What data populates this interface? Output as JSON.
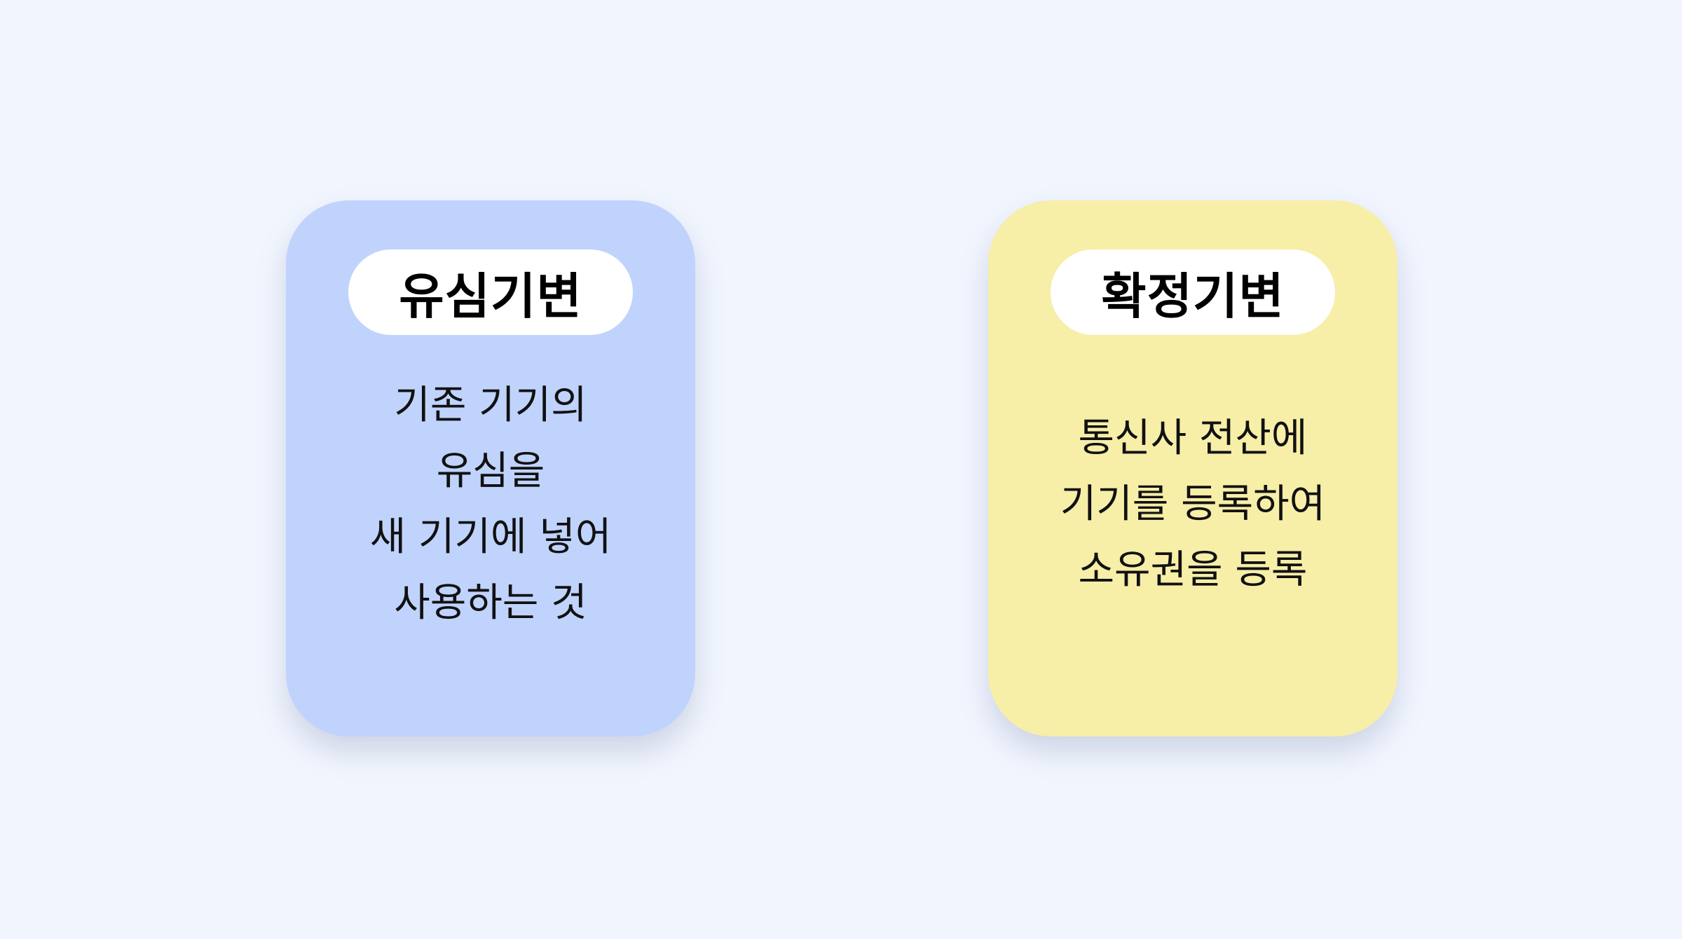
{
  "background_color": "#f1f5fe",
  "cards": [
    {
      "title": "유심기변",
      "color": "#bfd3fd",
      "lines": [
        "기존 기기의",
        "유심을",
        "새 기기에 넣어",
        "사용하는 것"
      ]
    },
    {
      "title": "확정기변",
      "color": "#f7eea8",
      "lines": [
        "통신사 전산에",
        "기기를 등록하여",
        "소유권을 등록"
      ]
    }
  ]
}
